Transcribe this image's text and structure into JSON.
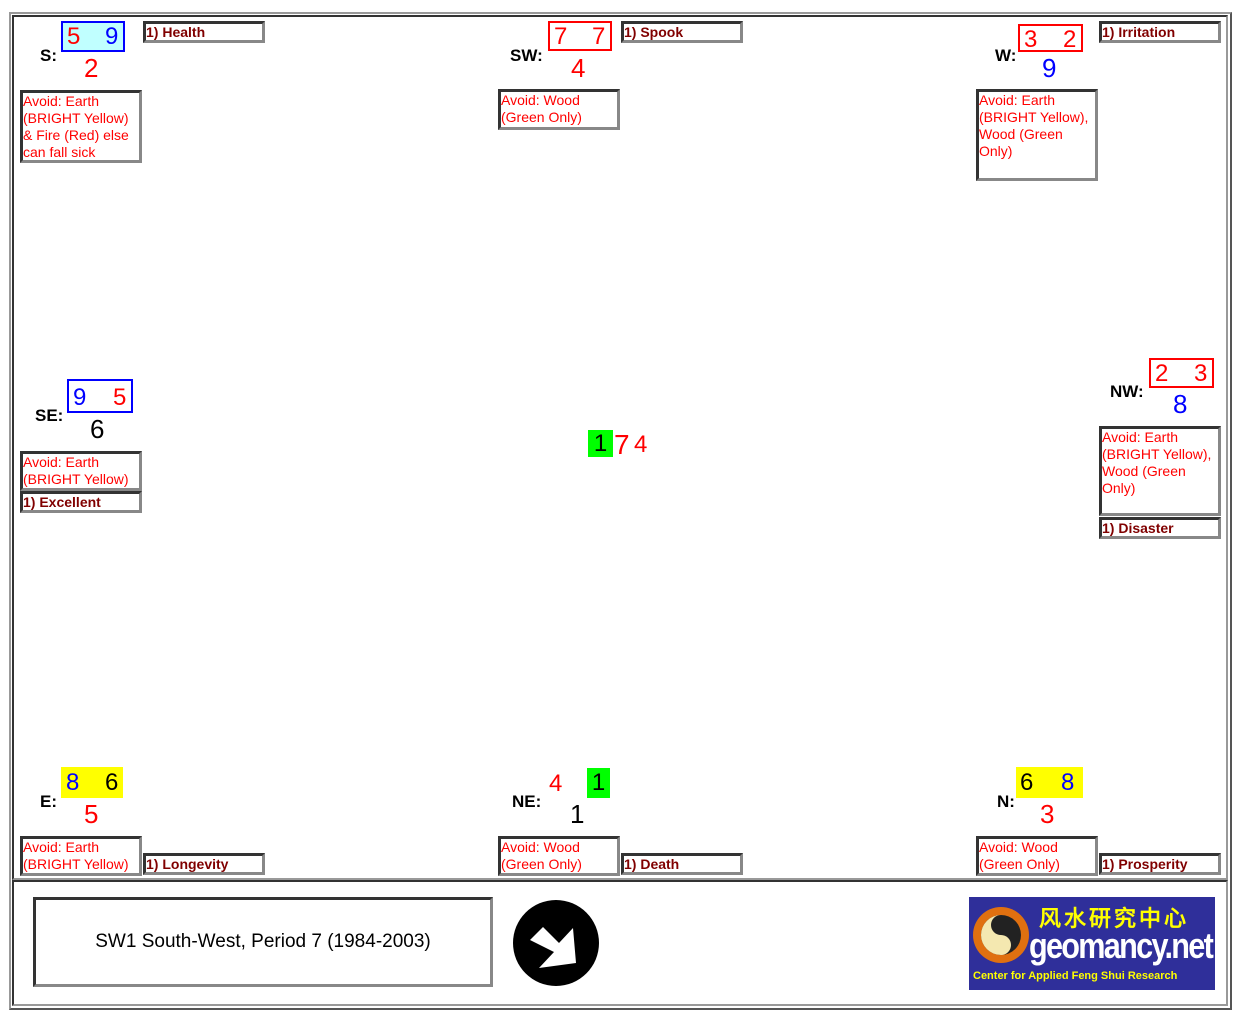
{
  "palaces": [
    {
      "label": "S:",
      "stars": [
        "5",
        "9"
      ],
      "base": "2",
      "avoid": "Avoid: Earth (BRIGHT Yellow) & Fire (Red) else can fall sick",
      "remark": "1) Health"
    },
    {
      "label": "SW:",
      "stars": [
        "7",
        "7"
      ],
      "base": "4",
      "avoid": "Avoid: Wood (Green Only)",
      "remark": "1) Spook"
    },
    {
      "label": "W:",
      "stars": [
        "3",
        "2"
      ],
      "base": "9",
      "avoid": "Avoid: Earth (BRIGHT Yellow), Wood (Green Only)",
      "remark": "1) Irritation"
    },
    {
      "label": "SE:",
      "stars": [
        "9",
        "5"
      ],
      "base": "6",
      "avoid": "Avoid: Earth (BRIGHT Yellow)",
      "remark": "1) Excellent"
    },
    {
      "label": "NW:",
      "stars": [
        "2",
        "3"
      ],
      "base": "8",
      "avoid": "Avoid: Earth (BRIGHT Yellow), Wood (Green Only)",
      "remark": "1) Disaster"
    },
    {
      "label": "E:",
      "stars": [
        "8",
        "6"
      ],
      "base": "5",
      "avoid": "Avoid: Earth (BRIGHT Yellow)",
      "remark": "1) Longevity"
    },
    {
      "label": "NE:",
      "stars": [
        "4",
        "1"
      ],
      "base": "1",
      "avoid": "Avoid: Wood (Green Only)",
      "remark": "1) Death"
    },
    {
      "label": "N:",
      "stars": [
        "6",
        "8"
      ],
      "base": "3",
      "avoid": "Avoid: Wood (Green Only)",
      "remark": "1) Prosperity"
    }
  ],
  "center": {
    "stars": [
      "1",
      "7",
      "4"
    ]
  },
  "footer": {
    "title": "SW1 South-West, Period 7 (1984-2003)",
    "arrow_icon": "arrow-down-right-icon",
    "logo": {
      "chinese": "风水研究中心",
      "name": "geomancy.net",
      "tagline": "Center for Applied Feng Shui Research"
    }
  },
  "colors": {
    "red": "#ff0000",
    "blue": "#0000ff",
    "green": "#00ff00",
    "yellow": "#ffff00",
    "cyan": "#c0ffff",
    "remark": "#800000",
    "logo_bg": "#2f2f9a"
  }
}
